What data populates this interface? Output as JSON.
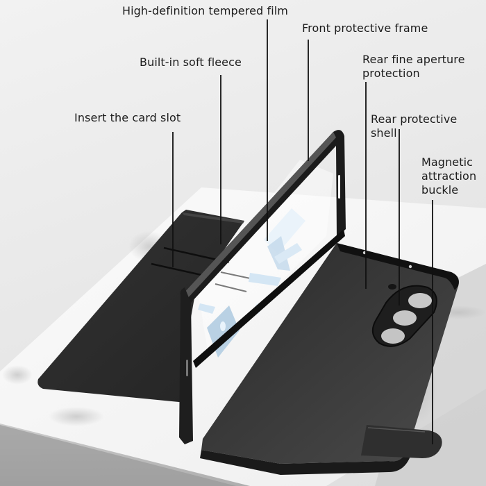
{
  "product_image": {
    "subject": "Foldable phone flip case with magnetic buckle",
    "colors": {
      "background": "#ececec",
      "marble": "#f7f7f7",
      "case_black": "#2b2b2b",
      "frame_black": "#1a1a1a",
      "glass_tint": "#cfe3f2",
      "label_text": "#1c1c1c",
      "leader_line": "#111111"
    }
  },
  "callouts": [
    {
      "id": "tempered-film",
      "text": "High-definition tempered film"
    },
    {
      "id": "front-frame",
      "text": "Front protective frame"
    },
    {
      "id": "soft-fleece",
      "text": "Built-in soft fleece"
    },
    {
      "id": "aperture",
      "text": "Rear fine aperture\nprotection"
    },
    {
      "id": "card-slot",
      "text": "Insert the card slot"
    },
    {
      "id": "rear-shell",
      "text": "Rear protective shell"
    },
    {
      "id": "buckle",
      "text": "Magnetic\nattraction\nbuckle"
    }
  ]
}
